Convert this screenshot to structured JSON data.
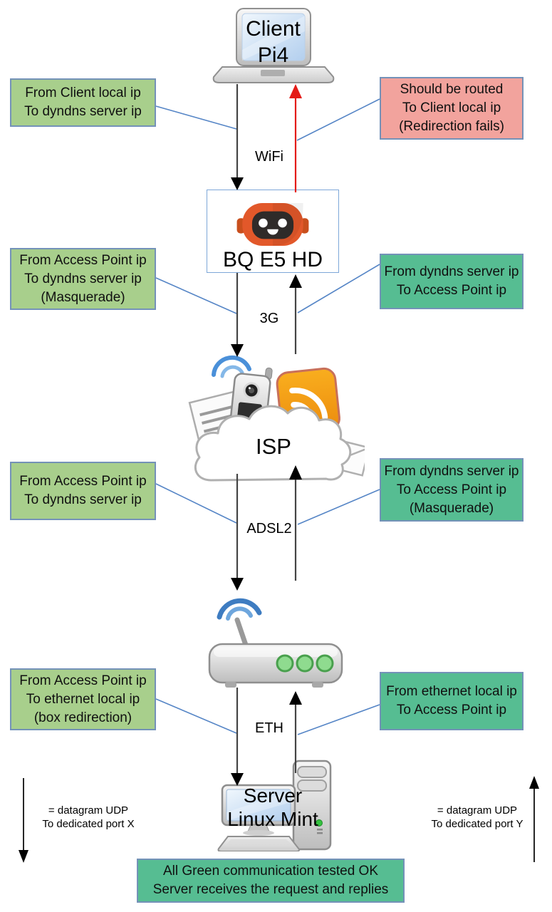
{
  "nodes": {
    "client": {
      "name_line1": "Client",
      "name_line2": "Pi4"
    },
    "access_point": {
      "name": "BQ E5 HD"
    },
    "isp": {
      "name": "ISP"
    },
    "server": {
      "name_line1": "Server",
      "name_line2": "Linux Mint"
    }
  },
  "link_labels": {
    "client_to_ap": "WiFi",
    "ap_to_isp": "3G",
    "isp_to_box": "ADSL2",
    "box_to_server": "ETH"
  },
  "callouts": {
    "client_request": {
      "style": "green",
      "lines": [
        "From Client local ip",
        "To dyndns server ip"
      ]
    },
    "client_reply": {
      "style": "pink",
      "lines": [
        "Should be routed",
        "To Client local ip",
        "(Redirection fails)"
      ]
    },
    "ap_request": {
      "style": "green",
      "lines": [
        "From Access Point ip",
        "To dyndns server ip",
        "(Masquerade)"
      ]
    },
    "ap_reply": {
      "style": "teal",
      "lines": [
        "From dyndns server ip",
        "To Access Point ip"
      ]
    },
    "isp_request": {
      "style": "green",
      "lines": [
        "From Access Point ip",
        "To dyndns server ip"
      ]
    },
    "isp_reply": {
      "style": "teal",
      "lines": [
        "From dyndns server ip",
        "To Access Point ip",
        "(Masquerade)"
      ]
    },
    "box_request": {
      "style": "green",
      "lines": [
        "From Access Point ip",
        "To ethernet local ip",
        "(box redirection)"
      ]
    },
    "box_reply": {
      "style": "teal",
      "lines": [
        "From ethernet local ip",
        "To Access Point ip"
      ]
    }
  },
  "legend": {
    "down": {
      "lines": [
        "= datagram UDP",
        "To dedicated port X"
      ]
    },
    "up": {
      "lines": [
        "= datagram UDP",
        "To dedicated port Y"
      ]
    }
  },
  "footer": {
    "lines": [
      "All Green communication tested OK",
      "Server receives the request and replies"
    ]
  },
  "colors": {
    "green_box_bg": "#a8cf8c",
    "pink_box_bg": "#f2a39d",
    "teal_box_bg": "#56bd92",
    "box_border": "#7492b8",
    "node_box_border": "#7da7d8",
    "connector_line": "#5585c6",
    "arrow_red": "#e41b17",
    "arrow_dark": "#444444",
    "robot_orange": "#e2582a"
  }
}
